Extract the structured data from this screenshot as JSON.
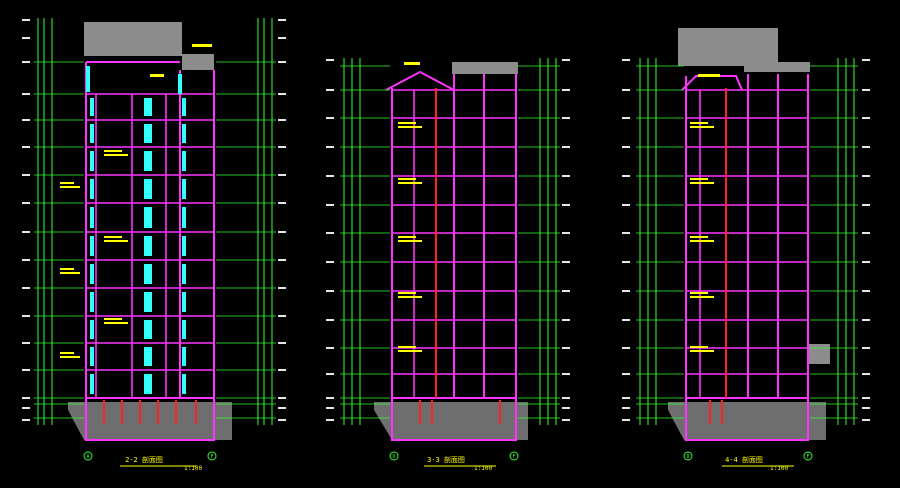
{
  "drawing": {
    "background": "#000000",
    "colors": {
      "frame": "#ff33ff",
      "dimension": "#33ff33",
      "column": "#ff2222",
      "text": "#ffff00",
      "window": "#33ffff",
      "grey": "#8c8c8c",
      "white": "#e6e6e6",
      "axis_bubble": "#33ff33"
    }
  },
  "sections": [
    {
      "id": "2-2",
      "title": "2-2 剖面图",
      "scale": "1:100",
      "axis_left": "A",
      "axis_right": "F"
    },
    {
      "id": "3-3",
      "title": "3-3 剖面图",
      "scale": "1:100",
      "axis_left": "D",
      "axis_right": "F"
    },
    {
      "id": "4-4",
      "title": "4-4 剖面图",
      "scale": "1:100",
      "axis_left": "D",
      "axis_right": "F"
    }
  ]
}
